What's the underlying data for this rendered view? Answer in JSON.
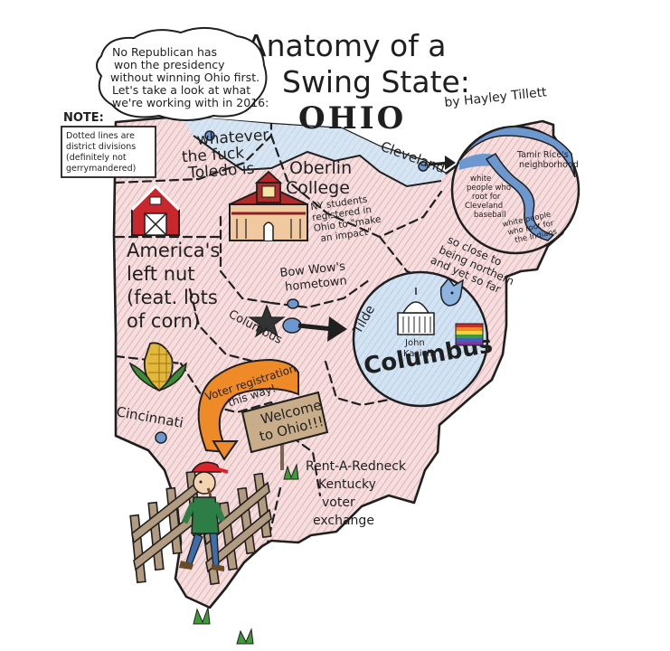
{
  "title": {
    "line1": "Anatomy of a",
    "line2": "Swing State:",
    "state": "OHIO",
    "byline": "by Hayley Tillett"
  },
  "intro": {
    "lines": [
      "No Republican has",
      "won the presidency",
      "without winning Ohio first.",
      "Let's take a look at what",
      "we're working with in 2016:"
    ]
  },
  "note": {
    "heading": "NOTE:",
    "lines": [
      "Dotted lines are",
      "district divisions",
      "(definitely not",
      "gerrymandered)"
    ]
  },
  "regions": {
    "toledo": [
      "whatever",
      "the fuck",
      "Toledo is"
    ],
    "oberlin": [
      "Oberlin",
      "College"
    ],
    "oberlin_caption": [
      "NY students",
      "registered in",
      "Ohio to \"make",
      "an impact\""
    ],
    "cleveland": "Cleveland",
    "left_nut": [
      "America's",
      "left nut",
      "(feat. lots",
      "of corn)"
    ],
    "bow_wow": [
      "Bow Wow's",
      "hometown"
    ],
    "columbus_small": "Columbus",
    "columbus_big": "Columbus",
    "columbus_tilde": "Tilde",
    "kasich": [
      "John",
      "Kasich"
    ],
    "so_close": [
      "so close to",
      "being northern",
      "and yet so far"
    ],
    "cincinnati": "Cincinnati",
    "voter_reg": [
      "Voter registration",
      "this way!"
    ],
    "welcome_sign": [
      "Welcome",
      "to Ohio!!!"
    ],
    "rent_a_redneck": [
      "Rent-A-Redneck",
      "Kentucky",
      "voter",
      "exchange"
    ]
  },
  "cleveland_inset": {
    "tamir": [
      "Tamir Rice's",
      "neighborhood"
    ],
    "white_baseball": [
      "white",
      "people who",
      "root for",
      "Cleveland",
      "baseball"
    ],
    "white_indians": [
      "white people",
      "who root for",
      "the Indians"
    ]
  },
  "colors": {
    "land": "#f2d8d8",
    "land_hatch": "#e8a6ad",
    "lake": "#c8dcef",
    "water": "#6d97cf",
    "ink": "#1f1f1f",
    "barn_red": "#c9272d",
    "school_red": "#b22a2a",
    "orange_arrow": "#ee8a28",
    "sign_wood": "#c9ad8a",
    "corn_yellow": "#e3b73a",
    "corn_green": "#3f8a36",
    "grass": "#3f9b3a",
    "fence": "#9b8469",
    "cap_red": "#d8242a",
    "shirt_green": "#2e7d46",
    "rainbow": [
      "#d8242a",
      "#ef8a27",
      "#f1d23b",
      "#3f9b3a",
      "#3e62c0",
      "#7a3c9a"
    ]
  },
  "icons": [
    "barn-icon",
    "schoolhouse-icon",
    "capitol-building-icon",
    "corn-icon",
    "star-icon",
    "dog-head-icon",
    "rainbow-flag-icon",
    "grass-tuft-icon"
  ]
}
